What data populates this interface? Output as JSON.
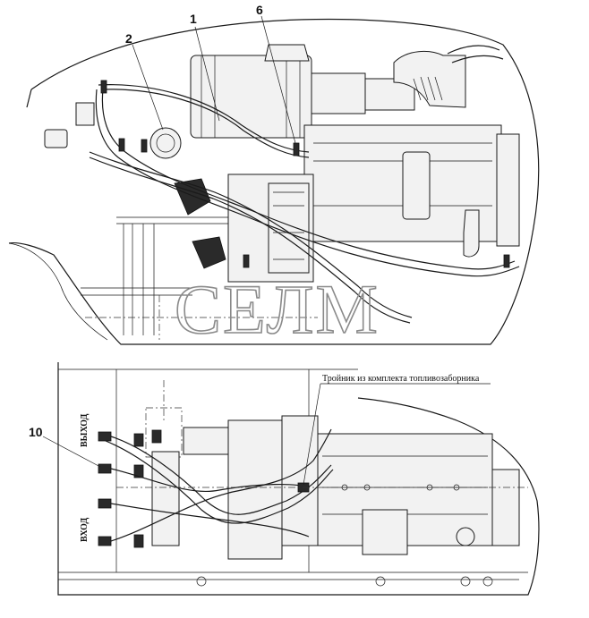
{
  "callouts": {
    "c1": "1",
    "c2": "2",
    "c6": "6",
    "c10": "10"
  },
  "annotation": "Тройник из комплекта топливозаборника",
  "port_labels": {
    "outlet": "ВЫХОД",
    "inlet": "ВХОД"
  },
  "watermark": "СЕЛМ"
}
